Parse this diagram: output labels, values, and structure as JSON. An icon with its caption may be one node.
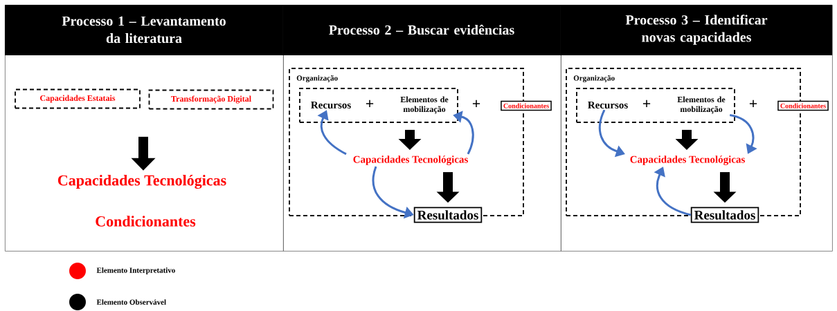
{
  "diagram": {
    "nodes": [
      {
        "text": [
          "Processo 1 – Levantamento da literatura"
        ]
      },
      {
        "text": [
          "Capacidades Estatais"
        ],
        "in": 0
      },
      {
        "text": [
          "Transformação Digital"
        ],
        "in": 0
      },
      {
        "text": [
          "Capacidades Tecnológicas"
        ],
        "in": 0
      },
      {
        "text": [
          "Processo 2 – Buscar evidências"
        ]
      },
      {
        "text": [
          "Organização"
        ],
        "in": 4
      },
      {
        "text": [],
        "shape": "box",
        "in": 5
      },
      {
        "text": [
          "Recursos"
        ],
        "in": 6
      },
      {
        "text": [
          "Elementos de mobilização"
        ],
        "in": 6
      },
      {
        "text": [
          "Condicionantes"
        ],
        "in": 4
      },
      {
        "text": [
          "Capacidades Tecnológicas"
        ],
        "in": 5
      },
      {
        "text": [
          "Resultados"
        ],
        "in": 4
      },
      {
        "text": [
          "Processo 3 – Identificar novas capacidades"
        ]
      },
      {
        "text": [
          "Organização"
        ],
        "in": 12
      },
      {
        "text": [],
        "shape": "box",
        "in": 13
      },
      {
        "text": [
          "Recursos"
        ],
        "in": 14
      },
      {
        "text": [
          "Elementos de mobilização"
        ],
        "in": 14
      },
      {
        "text": [
          "Condicionantes"
        ],
        "in": 12
      },
      {
        "text": [
          "Capacidades Tecnológicas"
        ],
        "in": 13
      },
      {
        "text": [
          "Resultados"
        ],
        "in": 12
      }
    ],
    "edges": [
      {
        "from": 1,
        "to": 3,
        "arrow": "to",
        "style": "thick"
      },
      {
        "from": 2,
        "to": 3,
        "arrow": "to",
        "style": "thick"
      },
      {
        "from": 6,
        "to": 10,
        "arrow": "to",
        "style": "thick"
      },
      {
        "from": 10,
        "to": 11,
        "arrow": "to",
        "style": "thick"
      },
      {
        "from": 10,
        "to": 7,
        "arrow": "to",
        "color": "#4472c4"
      },
      {
        "from": 10,
        "to": 8,
        "arrow": "to",
        "color": "#4472c4"
      },
      {
        "from": 10,
        "to": 11,
        "arrow": "to",
        "color": "#4472c4"
      },
      {
        "from": 14,
        "to": 18,
        "arrow": "to",
        "style": "thick"
      },
      {
        "from": 18,
        "to": 19,
        "arrow": "to",
        "style": "thick"
      },
      {
        "from": 15,
        "to": 18,
        "arrow": "to",
        "color": "#4472c4"
      },
      {
        "from": 16,
        "to": 18,
        "arrow": "to",
        "color": "#4472c4"
      },
      {
        "from": 19,
        "to": 18,
        "arrow": "to",
        "color": "#4472c4"
      }
    ],
    "labels": [
      "Condicionantes",
      "+",
      "+",
      "+",
      "+"
    ],
    "legend": [
      {
        "text": "Elemento Interpretativo",
        "color": "#ff0000"
      },
      {
        "text": "Elemento Observável",
        "color": "#000000"
      }
    ]
  }
}
